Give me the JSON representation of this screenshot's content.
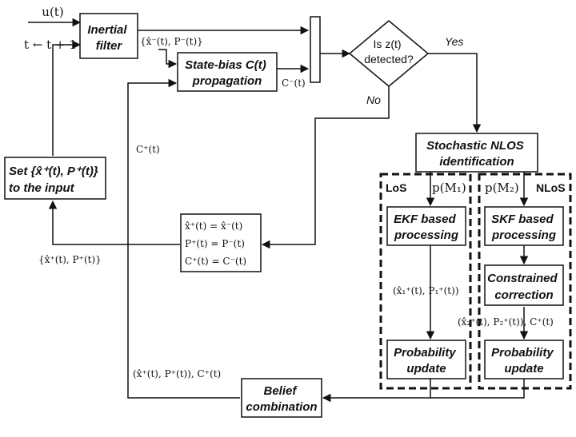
{
  "nodes": {
    "inertial_filter": [
      "Inertial",
      "filter"
    ],
    "state_bias": [
      "State-bias C(t)",
      "propagation"
    ],
    "nlos_id": [
      "Stochastic NLOS",
      "identification"
    ],
    "set_input": [
      "Set {x̂⁺(t), P⁺(t)}",
      "to the input"
    ],
    "ekf": [
      "EKF based",
      "processing"
    ],
    "skf": [
      "SKF based",
      "processing"
    ],
    "constrained": [
      "Constrained",
      "correction"
    ],
    "prob_los": [
      "Probability",
      "update"
    ],
    "prob_nlos": [
      "Probability",
      "update"
    ],
    "belief": [
      "Belief",
      "combination"
    ],
    "copy_box": [
      "x̂⁺(t) = x̂⁻(t)",
      "P⁺(t) = P⁻(t)",
      "C⁺(t) = C⁻(t)"
    ]
  },
  "decision": {
    "line1": "Is z(t)",
    "line2": "detected?"
  },
  "groups": {
    "los": "LoS",
    "nlos": "NLoS"
  },
  "labels": {
    "u_input": "u(t)",
    "time_update": "t ← t + 1",
    "prior_state": "{x̂⁻(t), P⁻(t)}",
    "c_minus": "C⁻(t)",
    "yes": "Yes",
    "no": "No",
    "c_plus": "C⁺(t)",
    "posterior_state": "{x̂⁺(t), P⁺(t)}",
    "p_m1": "p(M₁)",
    "p_m2": "p(M₂)",
    "los_out": "(x̂₁⁺(t), P₁⁺(t))",
    "nlos_out": "(x̂₂⁺(t), P₂⁺(t)), C⁺(t)",
    "combined": "(x̂⁺(t), P⁺(t)), C⁺(t)"
  }
}
